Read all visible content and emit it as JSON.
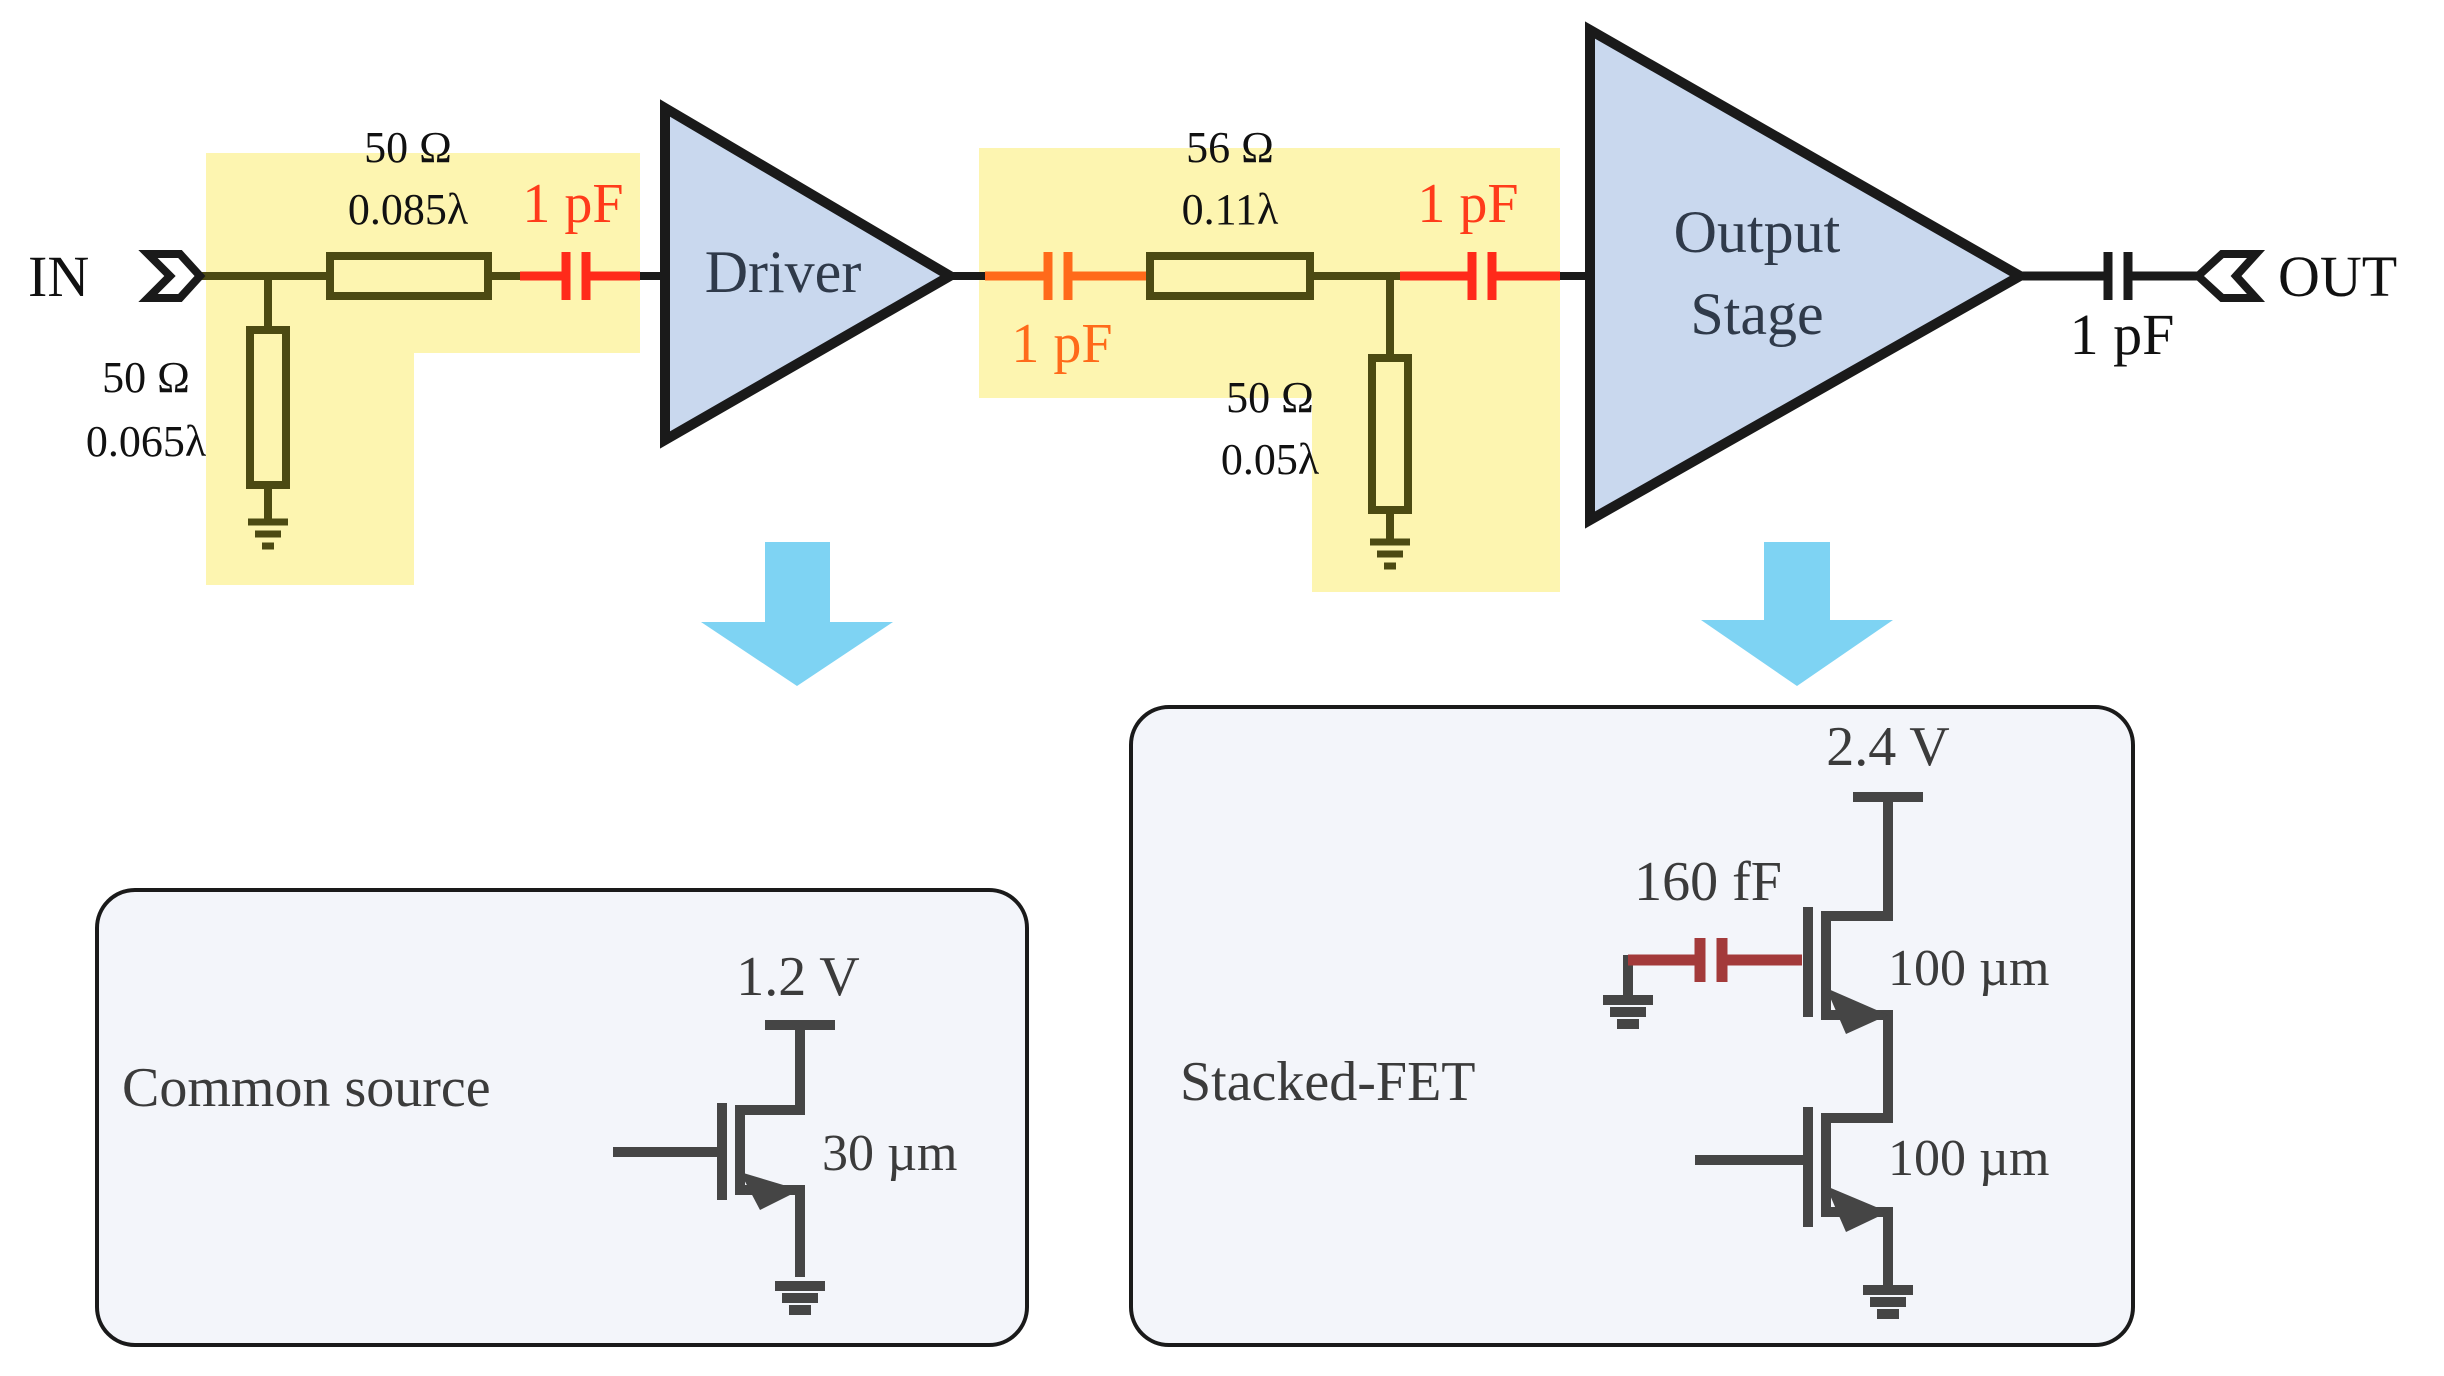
{
  "ports": {
    "input": "IN",
    "output": "OUT"
  },
  "blocks": {
    "driver": "Driver",
    "output_stage_line1": "Output",
    "output_stage_line2": "Stage"
  },
  "match1": {
    "series_tl_z": "50 Ω",
    "series_tl_len": "0.085λ",
    "stub_z": "50 Ω",
    "stub_len": "0.065λ",
    "cap": "1 pF"
  },
  "match2": {
    "input_cap": "1 pF",
    "series_tl_z": "56 Ω",
    "series_tl_len": "0.11λ",
    "stub_z": "50 Ω",
    "stub_len": "0.05λ",
    "cap": "1 pF"
  },
  "output_cap": "1 pF",
  "driver_detail": {
    "title": "Common source",
    "supply": "1.2 V",
    "width": "30 µm"
  },
  "pa_detail": {
    "title": "Stacked-FET",
    "supply": "2.4 V",
    "gate_cap": "160 fF",
    "top_width": "100 µm",
    "bottom_width": "100 µm"
  },
  "colors": {
    "highlight": "#fdf5b0",
    "line": "#4c4a12",
    "cap_red": "#ff2a1a",
    "cap_orange": "#ff6a1a",
    "block_fill": "#c9d8ee",
    "arrow": "#7ed3f3",
    "panel_fill": "#f3f5fa",
    "transistor": "#454545",
    "gate_cap": "#a33a3a"
  }
}
